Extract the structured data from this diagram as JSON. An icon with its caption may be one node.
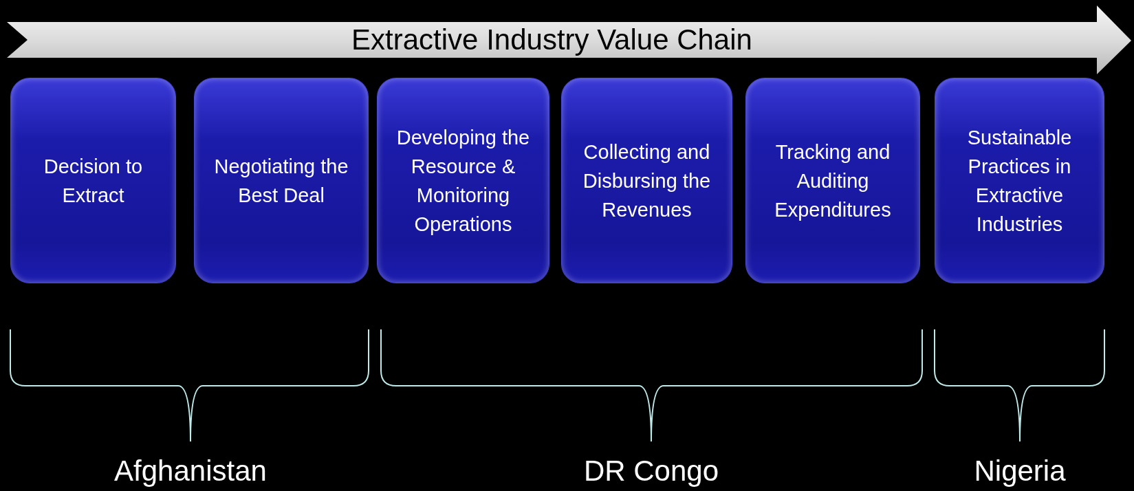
{
  "diagram": {
    "nodes": [
      {
        "text": [
          "Extractive Industry Value Chain"
        ]
      },
      {
        "text": [
          "Decision to Extract"
        ]
      },
      {
        "text": [
          "Negotiating the Best Deal"
        ]
      },
      {
        "text": [
          "Developing the Resource & Monitoring Operations"
        ]
      },
      {
        "text": [
          "Collecting and Disbursing the Revenues"
        ]
      },
      {
        "text": [
          "Tracking and Auditing Expenditures"
        ]
      },
      {
        "text": [
          "Sustainable Practices in Extractive Industries"
        ]
      }
    ],
    "edges": [],
    "labels": [
      "Afghanistan",
      "DR Congo",
      "Nigeria"
    ]
  }
}
